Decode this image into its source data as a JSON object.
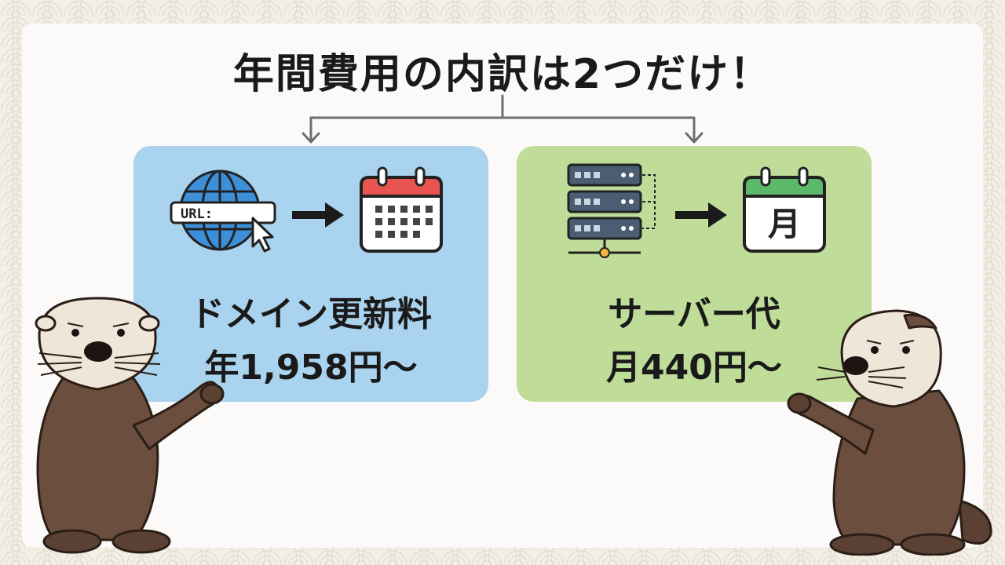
{
  "title": "年間費用の内訳は2つだけ！",
  "domain_box": {
    "name": "ドメイン更新料",
    "price": "年1,958円〜",
    "url_label": "URL:"
  },
  "server_box": {
    "name": "サーバー代",
    "price": "月440円〜",
    "calendar_glyph": "月"
  },
  "colors": {
    "domain_box": "#a9d3ee",
    "server_box": "#bfdc98",
    "globe": "#3d8fd8",
    "calendar_red": "#e85550",
    "calendar_green": "#5cb86a",
    "otter_body": "#6b4e3d",
    "otter_face": "#efe6da"
  },
  "icons": [
    "globe-url-cursor-icon",
    "arrow-right-icon",
    "calendar-icon",
    "server-rack-icon",
    "calendar-month-icon"
  ]
}
